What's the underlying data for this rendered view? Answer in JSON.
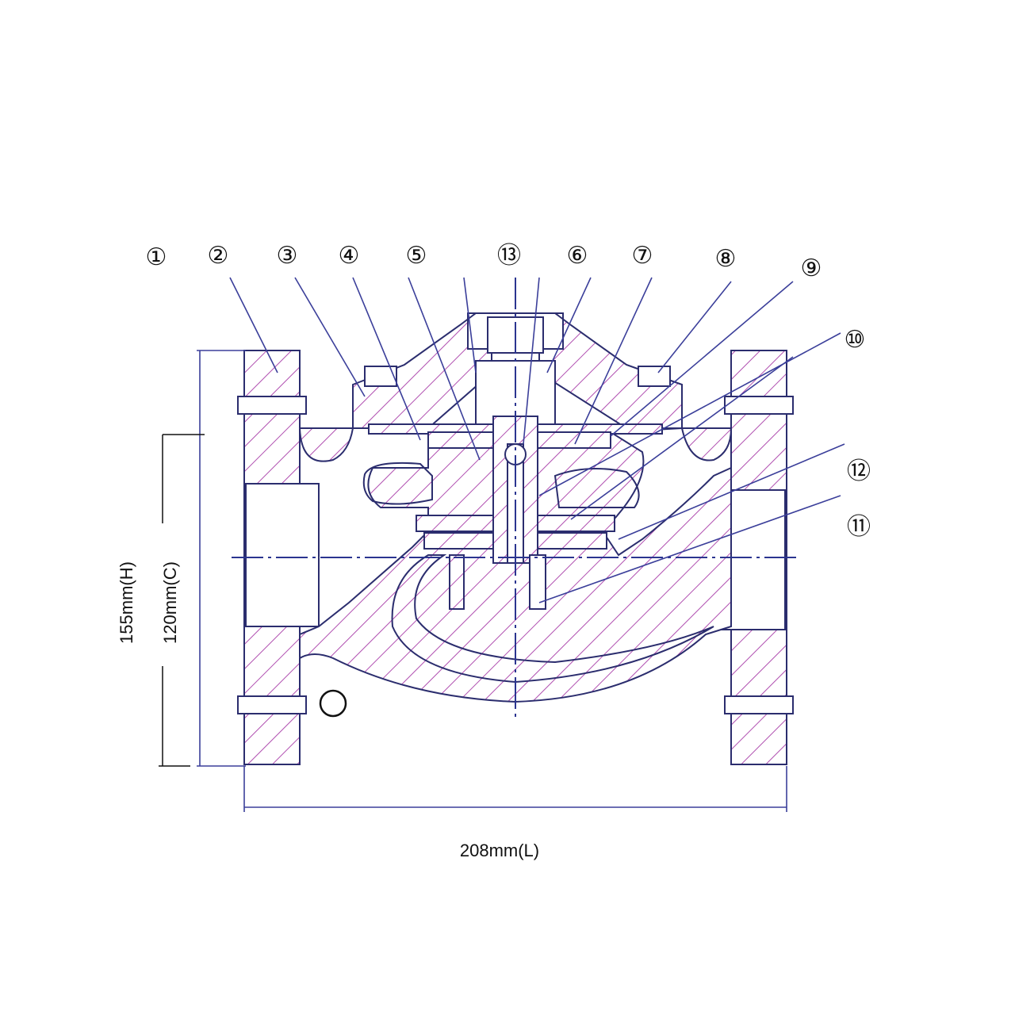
{
  "diagram": {
    "title": "Valve cross-section",
    "part_labels": [
      {
        "id": "1",
        "text": "①"
      },
      {
        "id": "2",
        "text": "②"
      },
      {
        "id": "3",
        "text": "③"
      },
      {
        "id": "4",
        "text": "④"
      },
      {
        "id": "5",
        "text": "⑤"
      },
      {
        "id": "13",
        "text": "⑬"
      },
      {
        "id": "6",
        "text": "⑥"
      },
      {
        "id": "7",
        "text": "⑦"
      },
      {
        "id": "8",
        "text": "⑧"
      },
      {
        "id": "9",
        "text": "⑨"
      },
      {
        "id": "10",
        "text": "⑩"
      },
      {
        "id": "12",
        "text": "⑫"
      },
      {
        "id": "11",
        "text": "⑪"
      }
    ],
    "dimensions": {
      "height": "155mm(H)",
      "center": "120mm(C)",
      "length": "208mm(L)"
    },
    "colors": {
      "outline": "#2b2d6e",
      "hatch": "#b04fb0",
      "leader": "#3b3f9a"
    }
  }
}
